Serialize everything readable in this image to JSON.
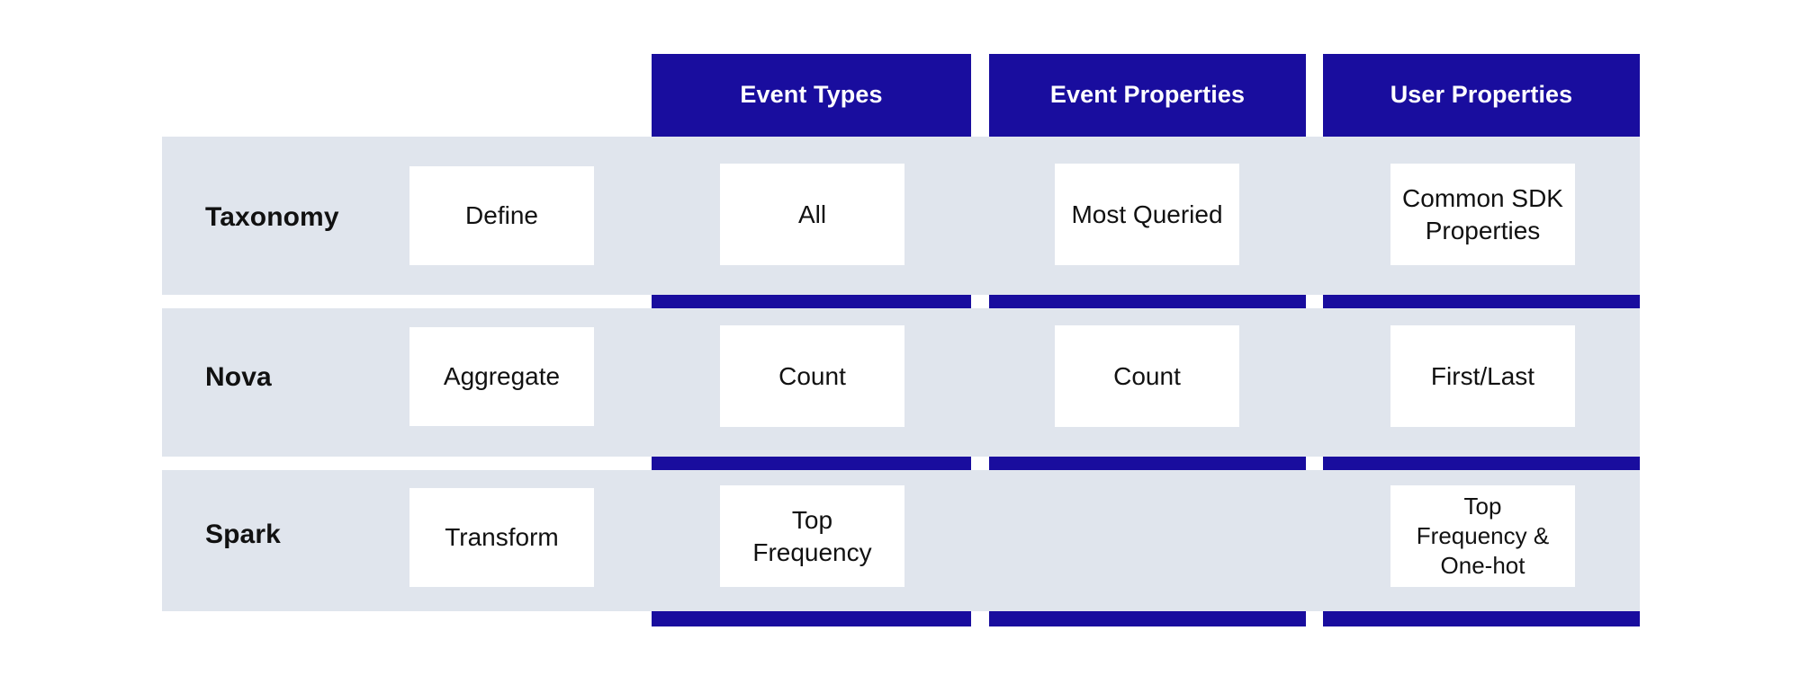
{
  "theme": {
    "accent_blue": "#190d9e",
    "band_gray": "#e0e5ed",
    "card_white": "#ffffff",
    "text_dark": "#111111",
    "header_text": "#ffffff"
  },
  "chart_data": {
    "type": "table",
    "title": "",
    "row_header_label": "",
    "columns": [
      "Event Types",
      "Event Properties",
      "User Properties"
    ],
    "rows": [
      {
        "label": "Taxonomy",
        "action": "Define",
        "cells": [
          "All",
          "Most Queried",
          "Common SDK\nProperties"
        ]
      },
      {
        "label": "Nova",
        "action": "Aggregate",
        "cells": [
          "Count",
          "Count",
          "First/Last"
        ]
      },
      {
        "label": "Spark",
        "action": "Transform",
        "cells": [
          "Top\nFrequency",
          "",
          "Top\nFrequency &\nOne-hot"
        ]
      }
    ]
  },
  "header": {
    "columns": [
      {
        "label": "Event Types"
      },
      {
        "label": "Event Properties"
      },
      {
        "label": "User Properties"
      }
    ]
  },
  "rows": [
    {
      "label": "Taxonomy",
      "action": "Define",
      "cells": [
        {
          "lines": [
            "All"
          ]
        },
        {
          "lines": [
            "Most Queried"
          ]
        },
        {
          "lines": [
            "Common SDK",
            "Properties"
          ]
        }
      ]
    },
    {
      "label": "Nova",
      "action": "Aggregate",
      "cells": [
        {
          "lines": [
            "Count"
          ]
        },
        {
          "lines": [
            "Count"
          ]
        },
        {
          "lines": [
            "First/Last"
          ]
        }
      ]
    },
    {
      "label": "Spark",
      "action": "Transform",
      "cells": [
        {
          "lines": [
            "Top",
            "Frequency"
          ]
        },
        {
          "lines": []
        },
        {
          "lines": [
            "Top",
            "Frequency &",
            "One-hot"
          ]
        }
      ]
    }
  ]
}
